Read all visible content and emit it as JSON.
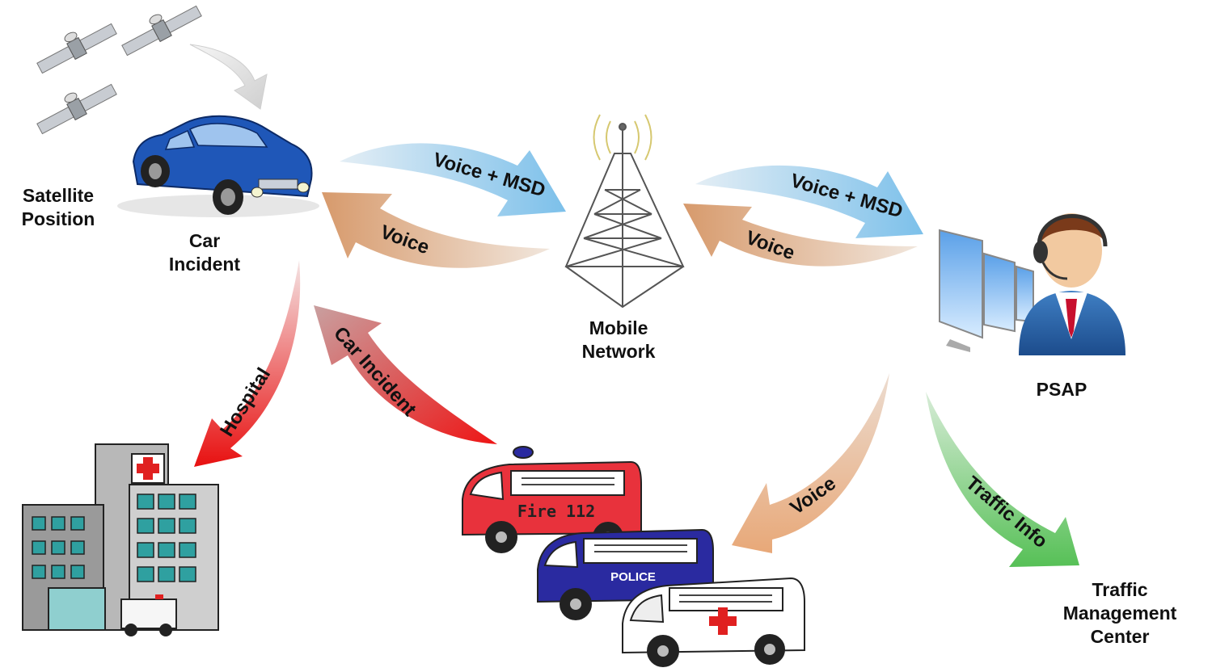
{
  "nodes": {
    "satellite": {
      "label_line1": "Satellite",
      "label_line2": "Position"
    },
    "car": {
      "label_line1": "Car",
      "label_line2": "Incident"
    },
    "network": {
      "label_line1": "Mobile",
      "label_line2": "Network"
    },
    "psap": {
      "label": "PSAP"
    },
    "traffic": {
      "label_line1": "Traffic",
      "label_line2": "Management",
      "label_line3": "Center"
    }
  },
  "arrows": {
    "car_to_network": "Voice + MSD",
    "network_to_car": "Voice",
    "network_to_psap": "Voice + MSD",
    "psap_to_network": "Voice",
    "car_to_hospital": "Hospital",
    "vehicles_to_car": "Car Incident",
    "psap_to_vehicles": "Voice",
    "psap_to_traffic": "Traffic Info"
  },
  "vehicles": {
    "fire_label": "Fire 112",
    "police_label": "POLICE"
  },
  "colors": {
    "blue_arrow": "#8fc4e8",
    "tan_arrow": "#d9a57c",
    "red_arrow": "#e02020",
    "green_arrow": "#6cc46c",
    "fire_truck": "#e8323c",
    "police_van": "#2a2aa0",
    "car": "#1f57b8"
  }
}
